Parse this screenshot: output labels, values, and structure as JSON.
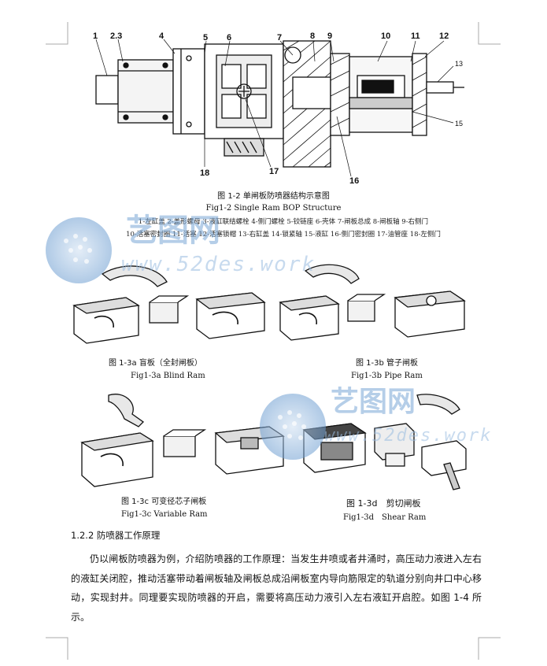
{
  "fig1": {
    "callouts": [
      "1",
      "2.3",
      "4",
      "5",
      "6",
      "7",
      "8",
      "9",
      "10",
      "11",
      "12",
      "13",
      "15",
      "16",
      "17",
      "18"
    ],
    "caption_cn": "图 1-2 单闸板防喷器结构示意图",
    "caption_en": "Fig1-2 Single Ram BOP Structure",
    "legend_line1": "1-左缸盖 2-盖形螺母 3-液缸联结螺栓 4-侧门螺栓 5-铰链座 6-壳体 7-闸板总成 8-闸板轴 9-右侧门",
    "legend_line2": "10-活塞密封圈 11-活塞 12-活塞锁帽 13-右缸盖 14-锁紧轴 15-液缸 16-侧门密封圈 17-油管座 18-左侧门"
  },
  "fig3a": {
    "caption_cn": "图 1-3a 盲板（全封闸板）",
    "caption_en": "Fig1-3a Blind Ram"
  },
  "fig3b": {
    "caption_cn": "图 1-3b 管子闸板",
    "caption_en": "Fig1-3b Pipe Ram"
  },
  "fig3c": {
    "caption_cn": "图 1-3c 可变径芯子闸板",
    "caption_en": "Fig1-3c Variable Ram"
  },
  "fig3d": {
    "caption_cn": "图 1-3d　剪切闸板",
    "caption_en": "Fig1-3d　Shear Ram"
  },
  "section": {
    "heading": "1.2.2 防喷器工作原理",
    "paragraph": "仍以闸板防喷器为例，介绍防喷器的工作原理：当发生井喷或者井涌时，高压动力液进入左右的液缸关闭腔，推动活塞带动着闸板轴及闸板总成沿闸板室内导向筋限定的轨道分别向井口中心移动，实现封井。同理要实现防喷器的开启，需要将高压动力液引入左右液缸开启腔。如图 1-4 所示。"
  },
  "watermark": {
    "text_cn": "艺图网",
    "text_url": "www.52des.work"
  },
  "colors": {
    "watermark": "#8fb4dc",
    "ink": "#111111"
  }
}
